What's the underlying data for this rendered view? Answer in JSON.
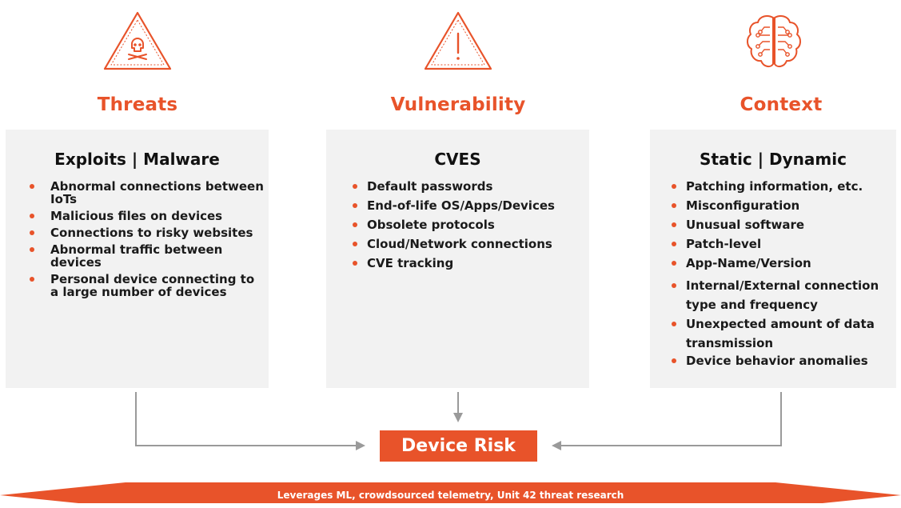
{
  "columns": [
    {
      "id": "threats",
      "heading": "Threats",
      "icon": "skull-warning-icon",
      "panel_title": "Exploits | Malware",
      "items": [
        "Abnormal connections between IoTs",
        "Malicious files on devices",
        "Connections to risky websites",
        "Abnormal traffic between devices",
        "Personal device connecting to a large number of devices"
      ]
    },
    {
      "id": "vulnerability",
      "heading": "Vulnerability",
      "icon": "exclamation-warning-icon",
      "panel_title": "CVES",
      "items": [
        "Default passwords",
        "End-of-life OS/Apps/Devices",
        "Obsolete protocols",
        "Cloud/Network connections",
        "CVE tracking"
      ]
    },
    {
      "id": "context",
      "heading": "Context",
      "icon": "brain-circuit-icon",
      "panel_title": "Static | Dynamic",
      "items": [
        "Patching information, etc.",
        "Misconfiguration",
        "Unusual software",
        "Patch-level",
        "App-Name/Version",
        "Internal/External connection type and frequency",
        "Unexpected amount of data transmission",
        "Device behavior anomalies"
      ]
    }
  ],
  "result": {
    "label": "Device Risk"
  },
  "banner": {
    "text": "Leverages ML, crowdsourced telemetry, Unit 42 threat research"
  },
  "colors": {
    "accent": "#e8532a",
    "panel": "#f2f2f2",
    "connector": "#9a9a9a"
  }
}
